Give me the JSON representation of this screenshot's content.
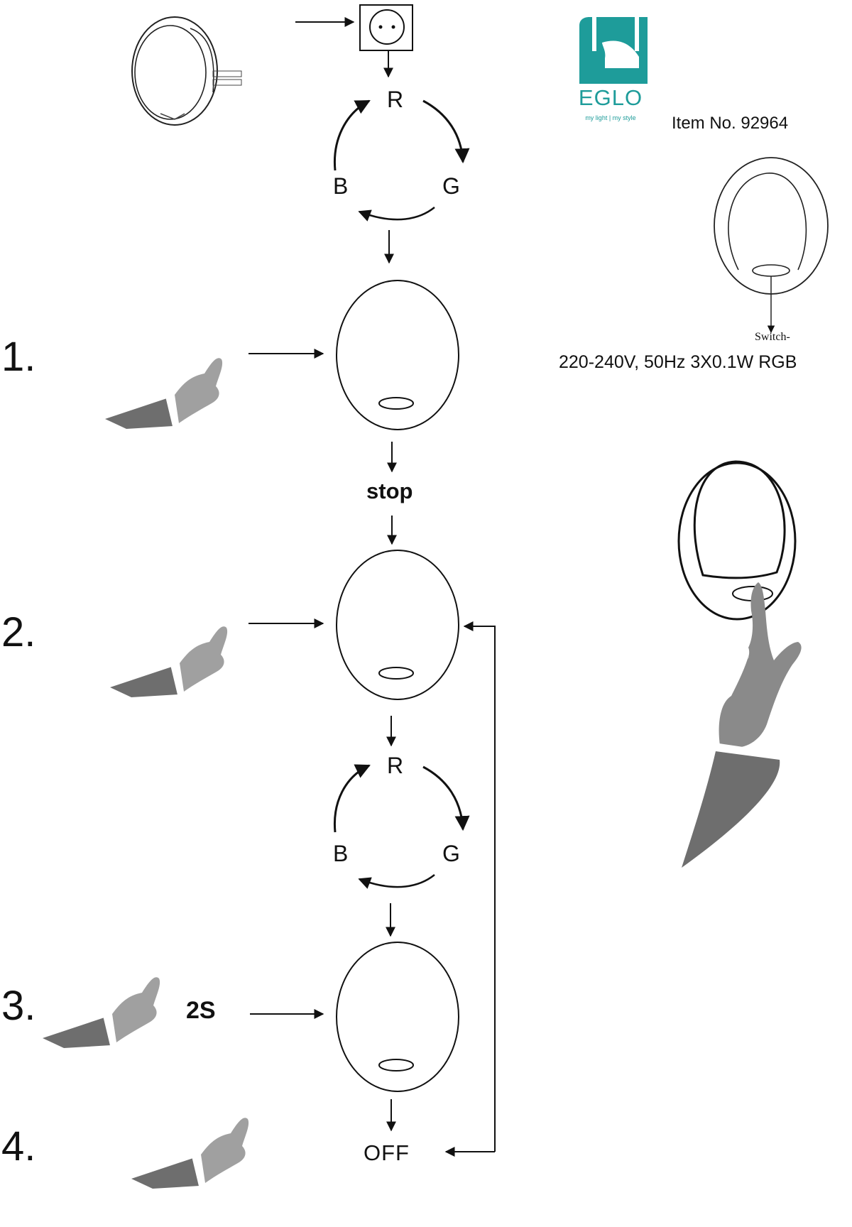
{
  "brand": {
    "name": "EGLO",
    "tagline": "my light | my style",
    "color": "#1e9c9a"
  },
  "product": {
    "item_no": "Item No. 92964",
    "switch_label": "Switch-",
    "specs": "220-240V, 50Hz 3X0.1W RGB"
  },
  "color_cycle": {
    "red": "R",
    "green": "G",
    "blue": "B"
  },
  "steps": [
    {
      "number": "1.",
      "action": "stop"
    },
    {
      "number": "2."
    },
    {
      "number": "3.",
      "hold": "2S"
    },
    {
      "number": "4.",
      "result": "OFF"
    }
  ],
  "icons": [
    "night-light-product-icon",
    "power-socket-icon",
    "hand-press-icon"
  ]
}
